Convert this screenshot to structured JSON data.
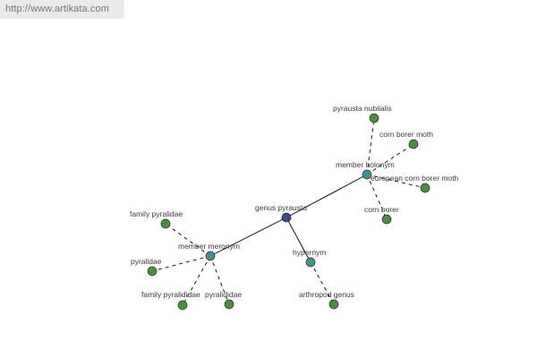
{
  "header": {
    "url": "http://www.artikata.com"
  },
  "colors": {
    "root_node": "#3a4c8c",
    "relation_node": "#4a8e8e",
    "leaf_node": "#4e8c44",
    "node_stroke": "#2a2a2a",
    "edge": "#000000"
  },
  "graph": {
    "root": {
      "id": "genus-pyrausta",
      "label": "genus pyrausta"
    },
    "relations": [
      {
        "id": "member-holonym",
        "label": "member holonym"
      },
      {
        "id": "member-meronym",
        "label": "member meronym"
      },
      {
        "id": "hypernym",
        "label": "hypernym"
      }
    ],
    "leaves": [
      {
        "id": "pyrausta-nubilalis",
        "label": "pyrausta nubilalis",
        "relation": "member-holonym"
      },
      {
        "id": "corn-borer-moth",
        "label": "corn borer moth",
        "relation": "member-holonym"
      },
      {
        "id": "european-corn-borer-moth",
        "label": "european corn borer moth",
        "relation": "member-holonym"
      },
      {
        "id": "corn-borer",
        "label": "corn borer",
        "relation": "member-holonym"
      },
      {
        "id": "family-pyralidae",
        "label": "family pyralidae",
        "relation": "member-meronym"
      },
      {
        "id": "pyralidae",
        "label": "pyralidae",
        "relation": "member-meronym"
      },
      {
        "id": "family-pyralididae",
        "label": "family pyralididae",
        "relation": "member-meronym"
      },
      {
        "id": "pyralididae",
        "label": "pyralididae",
        "relation": "member-meronym"
      },
      {
        "id": "arthropod-genus",
        "label": "arthropod genus",
        "relation": "hypernym"
      }
    ]
  }
}
